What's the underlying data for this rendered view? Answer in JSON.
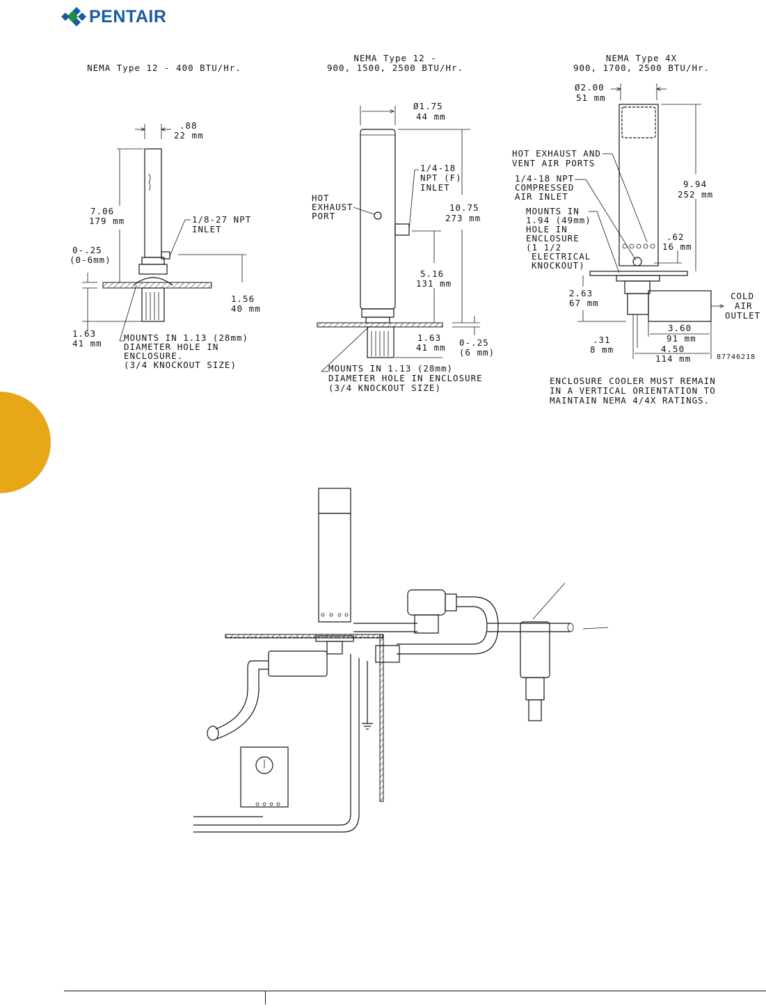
{
  "brand": {
    "name": "PENTAIR",
    "accent_color": "#e6a817"
  },
  "drawing_a": {
    "title": "NEMA Type 12 - 400 BTU/Hr.",
    "dim_width": ".88",
    "dim_width_mm": "22 mm",
    "dim_height": "7.06",
    "dim_height_mm": "179 mm",
    "inlet_label": [
      "1/8-27 NPT",
      "INLET"
    ],
    "dim_top": "0-.25",
    "dim_top_mm": "(0-6mm)",
    "dim_stub": "1.56",
    "dim_stub_mm": "40 mm",
    "dim_bottom": "1.63",
    "dim_bottom_mm": "41 mm",
    "note": [
      "MOUNTS IN 1.13 (28mm)",
      "DIAMETER HOLE IN",
      "ENCLOSURE.",
      "(3/4 KNOCKOUT SIZE)"
    ]
  },
  "drawing_b": {
    "title": [
      "NEMA Type 12 -",
      "900, 1500, 2500 BTU/Hr."
    ],
    "dim_dia": "Ø1.75",
    "dim_dia_mm": "44 mm",
    "inlet_label": [
      "1/4-18",
      "NPT (F)",
      "INLET"
    ],
    "exhaust_label": [
      "HOT",
      "EXHAUST",
      "PORT"
    ],
    "dim_height": "10.75",
    "dim_height_mm": "273 mm",
    "dim_mid": "5.16",
    "dim_mid_mm": "131 mm",
    "dim_bottom": "1.63",
    "dim_bottom_mm": "41 mm",
    "dim_gap": "0-.25",
    "dim_gap_mm": "(6 mm)",
    "note": [
      "MOUNTS IN 1.13 (28mm)",
      "DIAMETER HOLE IN ENCLOSURE",
      "(3/4 KNOCKOUT SIZE)"
    ]
  },
  "drawing_c": {
    "title": [
      "NEMA Type 4X",
      "900, 1700, 2500 BTU/Hr."
    ],
    "dim_dia": "Ø2.00",
    "dim_dia_mm": "51 mm",
    "exhaust_label": [
      "HOT EXHAUST AND",
      "VENT AIR PORTS"
    ],
    "inlet_label": [
      "1/4-18 NPT",
      "COMPRESSED",
      "AIR INLET"
    ],
    "mount_label": [
      "MOUNTS IN",
      "1.94 (49mm)",
      "HOLE IN",
      "ENCLOSURE",
      "(1 1/2",
      "ELECTRICAL",
      "KNOCKOUT)"
    ],
    "dim_height": "9.94",
    "dim_height_mm": "252 mm",
    "dim_ports": ".62",
    "dim_ports_mm": "16 mm",
    "dim_lower": "2.63",
    "dim_lower_mm": "67 mm",
    "outlet_label": [
      "COLD",
      "AIR",
      "OUTLET"
    ],
    "dim_box": "3.60",
    "dim_box_mm": "91 mm",
    "dim_offset": ".31",
    "dim_offset_mm": "8 mm",
    "dim_total": "4.50",
    "dim_total_mm": "114 mm",
    "part_number": "87746218",
    "note": [
      "ENCLOSURE COOLER MUST REMAIN",
      "IN A VERTICAL ORIENTATION TO",
      "MAINTAIN NEMA 4/4X RATINGS."
    ]
  }
}
